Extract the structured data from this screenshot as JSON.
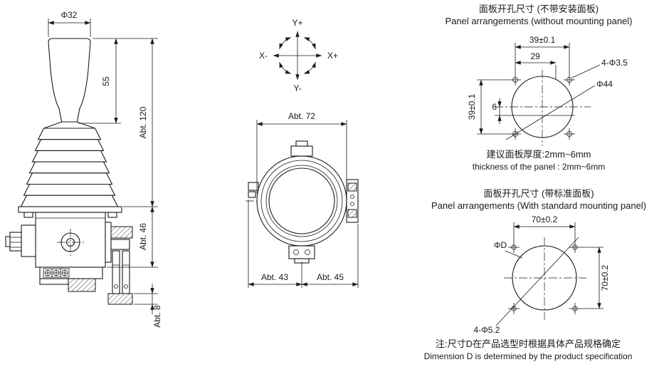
{
  "side_view": {
    "dim_handle_diameter": "Φ32",
    "dim_handle_height": "55",
    "dim_total_height": "Abt. 120",
    "dim_body_height": "Abt. 46",
    "dim_bottom_height": "Abt. 8"
  },
  "direction_indicator": {
    "y_plus": "Y+",
    "y_minus": "Y-",
    "x_plus": "X+",
    "x_minus": "X-"
  },
  "top_view": {
    "dim_width": "Abt. 72",
    "dim_left": "Abt. 43",
    "dim_right": "Abt. 45"
  },
  "panel_without": {
    "title_cn": "面板开孔尺寸 (不带安装面板)",
    "title_en": "Panel arrangements (without mounting panel)",
    "dim_hole_spacing_h": "39±0.1",
    "dim_29": "29",
    "dim_mounting_holes": "4-Φ3.5",
    "dim_center_hole": "Φ44",
    "dim_hole_spacing_v": "39±0.1",
    "dim_offset": "6",
    "thickness_cn": "建议面板厚度:2mm~6mm",
    "thickness_en": "thickness of the panel : 2mm~6mm"
  },
  "panel_with": {
    "title_cn": "面板开孔尺寸 (带标准面板)",
    "title_en": "Panel arrangements (With standard mounting panel)",
    "dim_hole_spacing_h": "70±0.2",
    "dim_hole_spacing_v": "70±0.2",
    "dim_center_hole": "ΦD",
    "dim_mounting_holes": "4-Φ5.2"
  },
  "note": {
    "cn": "注:尺寸D在产品选型时根据具体产品规格确定",
    "en": "Dimension D is determined by the product specification"
  }
}
